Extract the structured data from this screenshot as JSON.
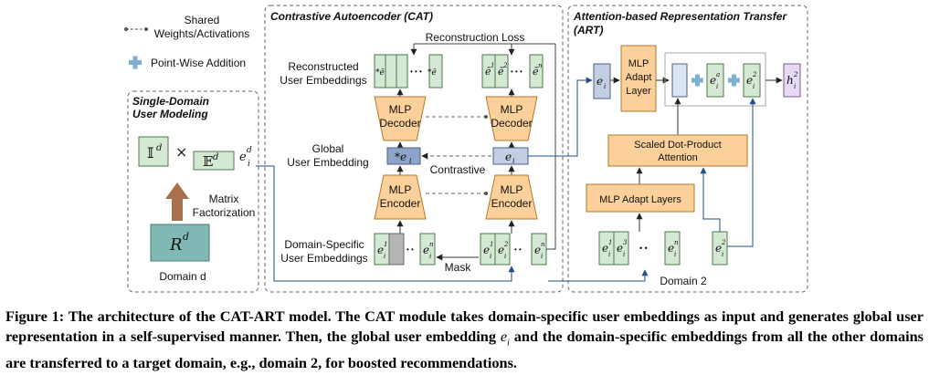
{
  "legend": {
    "shared_line1": "Shared",
    "shared_line2": "Weights/Activations",
    "pointwise": "Point-Wise Addition"
  },
  "sections": {
    "single_domain_line1": "Single-Domain",
    "single_domain_line2": "User Modeling",
    "cat": "Contrastive Autoencoder (CAT)",
    "art_line1": "Attention-based Representation Transfer",
    "art_line2": "(ART)"
  },
  "single": {
    "identity": "𝕀",
    "times": "×",
    "embed": "𝔼",
    "sup_d": "d",
    "out_e": "e",
    "out_sup": "d",
    "out_sub": "i",
    "matrix_line1": "Matrix",
    "matrix_line2": "Factorization",
    "rating": "R",
    "rating_sup": "d",
    "domain": "Domain d"
  },
  "cat": {
    "recon_loss": "Reconstruction Loss",
    "recon_line1": "Reconstructed",
    "recon_line2": "User Embeddings",
    "global_line1": "Global",
    "global_line2": "User Embedding",
    "ds_line1": "Domain-Specific",
    "ds_line2": "User Embeddings",
    "decoder_line1": "MLP",
    "decoder_line2": "Decoder",
    "encoder_line1": "MLP",
    "encoder_line2": "Encoder",
    "contrastive": "Contrastive",
    "mask": "Mask",
    "star_e": "*e",
    "e": "e",
    "ebar": "ē",
    "star_ebar": "*ē",
    "sub_i": "i",
    "sup1": "1",
    "sup2": "2",
    "supn": "n",
    "dots": "• • •",
    "dots2": "• •"
  },
  "art": {
    "mlp_adapt_line1": "MLP",
    "mlp_adapt_line2": "Adapt",
    "mlp_adapt_line3": "Layer",
    "sdpa_line1": "Scaled Dot-Product",
    "sdpa_line2": "Attention",
    "mlp_adapt_layers": "MLP Adapt Layers",
    "domain2": "Domain 2",
    "e": "e",
    "h": "h",
    "sub_i": "i",
    "sup_a": "a",
    "sup1": "1",
    "sup2": "2",
    "sup3": "3",
    "supn": "n",
    "dots": "•  •"
  },
  "caption": {
    "bold": "Figure 1: The architecture of the CAT-ART model. The CAT module takes domain-specific user embeddings as input and generates global user representation in a self-supervised manner. Then, the global user embedding",
    "var_e": "e",
    "var_i": "i",
    "bold2": "and the domain-specific embeddings from all the other domains are transferred to a target domain, e.g., domain 2, for boosted recommendations."
  },
  "colors": {
    "embed_green": "#d5e8d4",
    "embed_border": "#4a7a4a",
    "mlp_orange": "#fbd09a",
    "mlp_border": "#b07a2a",
    "rating_teal": "#7fb8b4",
    "global_blue": "#8ea3c9",
    "global_light": "#c3cee3",
    "light_blue": "#dbe6f5",
    "plus_blue": "#7bafd4",
    "h_purple": "#e6d9f2",
    "arrow_brown": "#a9714b"
  }
}
